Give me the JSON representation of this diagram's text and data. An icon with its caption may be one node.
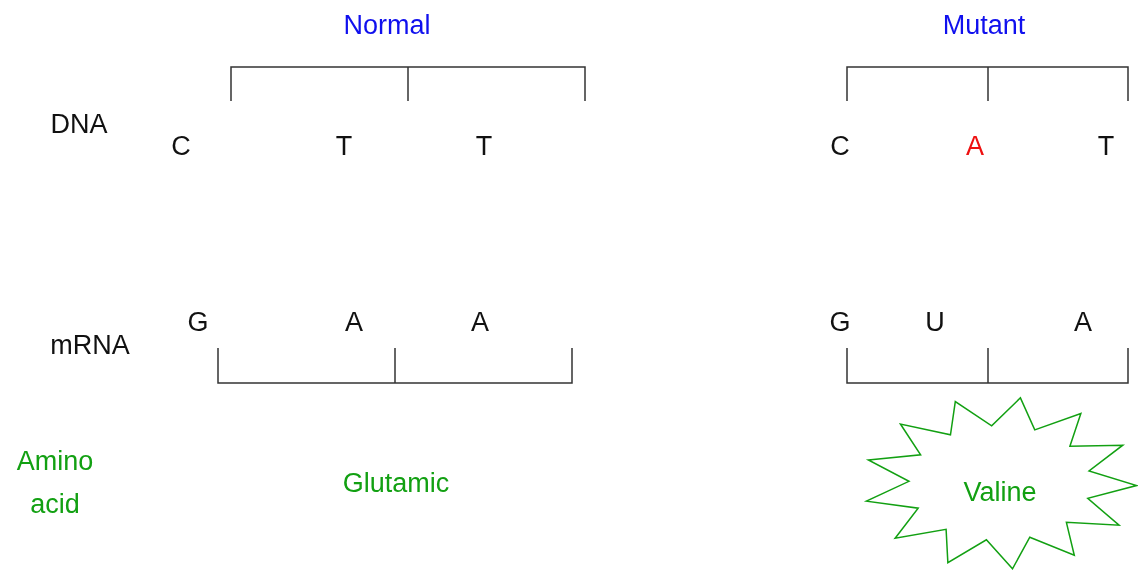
{
  "diagram": {
    "nodes": [
      {
        "text": [
          "Valine"
        ]
      }
    ],
    "edges": [],
    "labels": [
      "Normal",
      "Mutant",
      "DNA",
      "C",
      "T",
      "T",
      "C",
      "A",
      "T",
      "mRNA",
      "G",
      "A",
      "A",
      "G",
      "U",
      "A",
      "Amino acid",
      "Glutamic"
    ]
  }
}
